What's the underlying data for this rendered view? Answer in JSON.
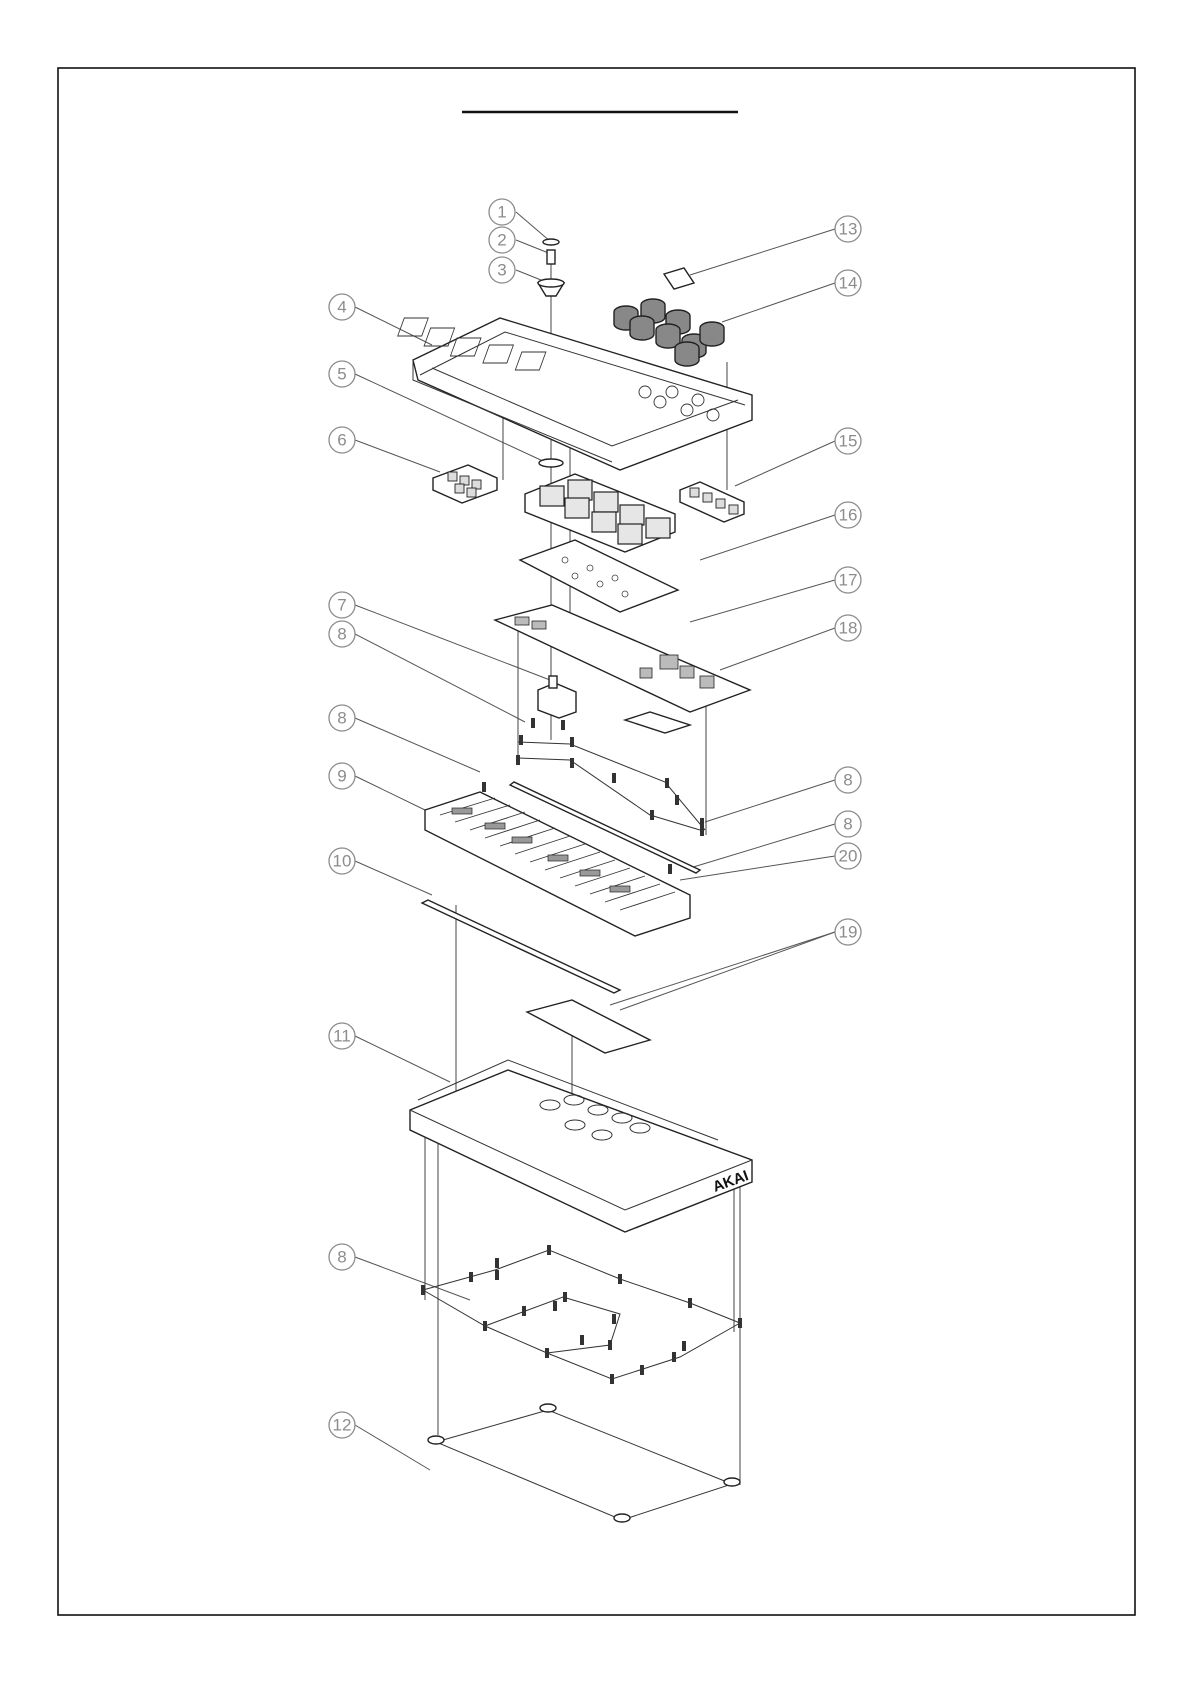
{
  "drawing": {
    "title": "",
    "brand_mark": "AKAI",
    "callouts": [
      {
        "id": "c1",
        "label": "1"
      },
      {
        "id": "c2",
        "label": "2"
      },
      {
        "id": "c3",
        "label": "3"
      },
      {
        "id": "c4",
        "label": "4"
      },
      {
        "id": "c5",
        "label": "5"
      },
      {
        "id": "c6",
        "label": "6"
      },
      {
        "id": "c7",
        "label": "7"
      },
      {
        "id": "c8a",
        "label": "8"
      },
      {
        "id": "c8b",
        "label": "8"
      },
      {
        "id": "c9",
        "label": "9"
      },
      {
        "id": "c10",
        "label": "10"
      },
      {
        "id": "c11",
        "label": "11"
      },
      {
        "id": "c8c",
        "label": "8"
      },
      {
        "id": "c12",
        "label": "12"
      },
      {
        "id": "c13",
        "label": "13"
      },
      {
        "id": "c14",
        "label": "14"
      },
      {
        "id": "c15",
        "label": "15"
      },
      {
        "id": "c16",
        "label": "16"
      },
      {
        "id": "c17",
        "label": "17"
      },
      {
        "id": "c18",
        "label": "18"
      },
      {
        "id": "c8d",
        "label": "8"
      },
      {
        "id": "c8e",
        "label": "8"
      },
      {
        "id": "c20",
        "label": "20"
      },
      {
        "id": "c19",
        "label": "19"
      }
    ]
  }
}
